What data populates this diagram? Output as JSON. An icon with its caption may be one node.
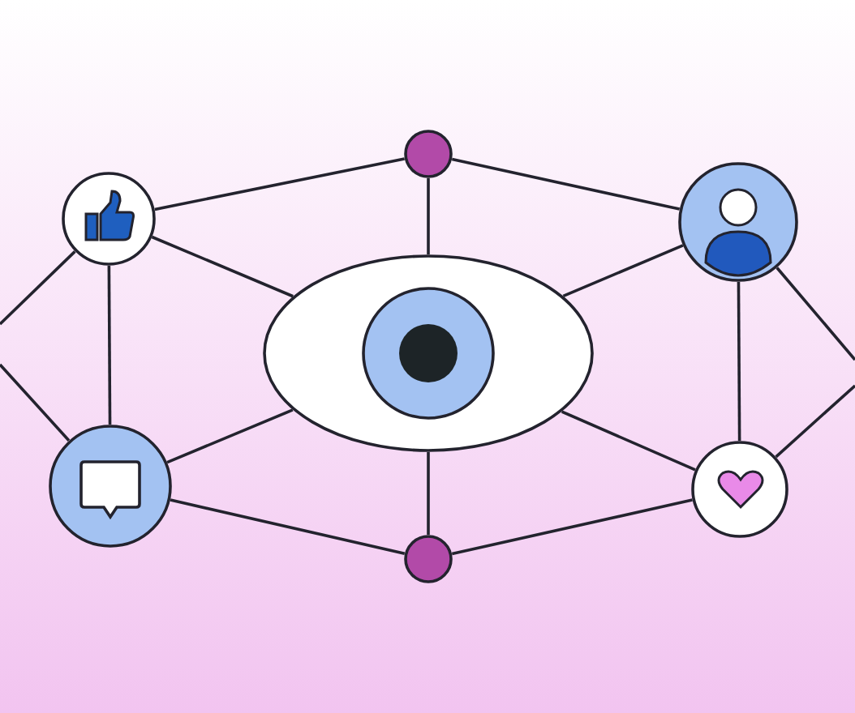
{
  "diagram": {
    "nodes": [
      {
        "text": [],
        "shape": "circle"
      },
      {
        "text": [],
        "shape": "circle"
      },
      {
        "text": [],
        "shape": "circle"
      },
      {
        "text": [],
        "shape": "eye"
      },
      {
        "text": [],
        "shape": "circle"
      },
      {
        "text": [],
        "shape": "circle"
      },
      {
        "text": [],
        "shape": "circle"
      }
    ],
    "edges": [
      {
        "from": 0,
        "to": 1,
        "arrow": "none"
      },
      {
        "from": 0,
        "to": 2,
        "arrow": "none"
      },
      {
        "from": 0,
        "to": 3,
        "arrow": "none"
      },
      {
        "from": 1,
        "to": 3,
        "arrow": "none"
      },
      {
        "from": 2,
        "to": 3,
        "arrow": "none"
      },
      {
        "from": 1,
        "to": 4,
        "arrow": "none"
      },
      {
        "from": 2,
        "to": 5,
        "arrow": "none"
      },
      {
        "from": 4,
        "to": 3,
        "arrow": "none"
      },
      {
        "from": 5,
        "to": 3,
        "arrow": "none"
      },
      {
        "from": 4,
        "to": 6,
        "arrow": "none"
      },
      {
        "from": 5,
        "to": 6,
        "arrow": "none"
      },
      {
        "from": 3,
        "to": 6,
        "arrow": "none"
      },
      {
        "from": 1,
        "to": null,
        "arrow": "none"
      },
      {
        "from": 4,
        "to": null,
        "arrow": "none"
      },
      {
        "from": 2,
        "to": null,
        "arrow": "none"
      },
      {
        "from": 5,
        "to": null,
        "arrow": "none"
      }
    ]
  }
}
